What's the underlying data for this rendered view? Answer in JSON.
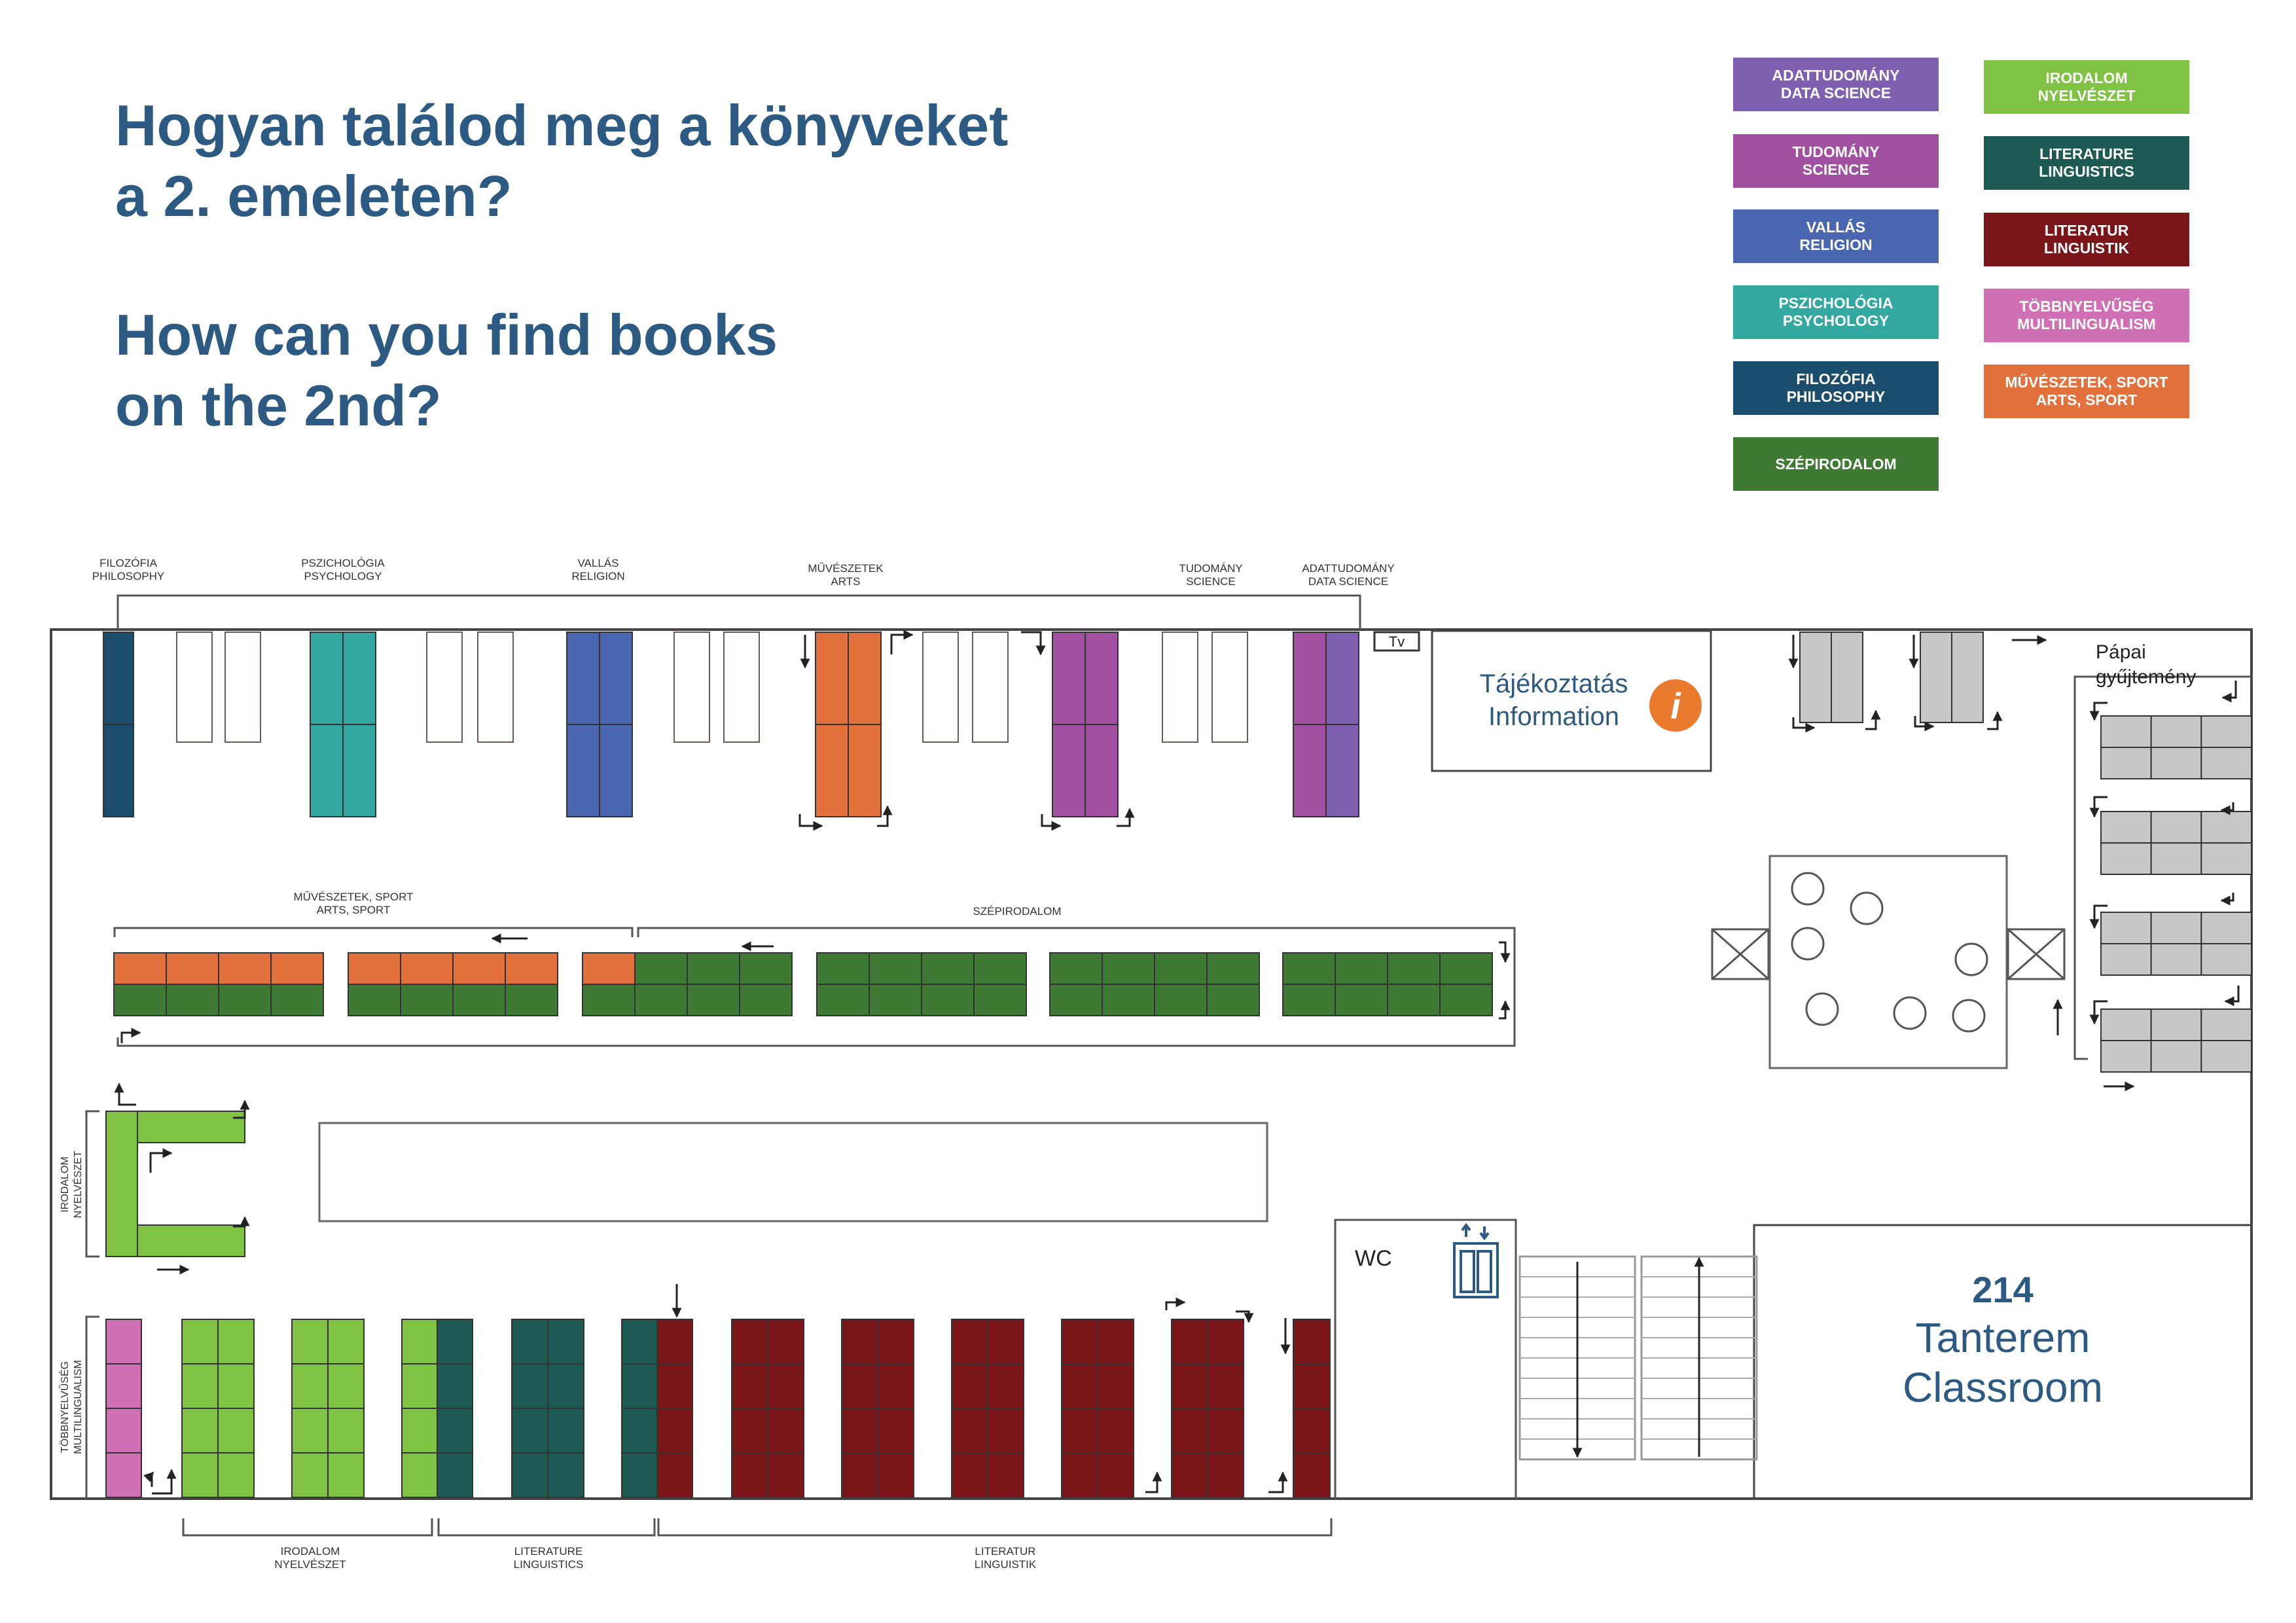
{
  "title": {
    "hu_line1": "Hogyan találod meg a könyveket",
    "hu_line2": "a 2. emeleten?",
    "en_line1": "How can you find books",
    "en_line2": "on the 2nd?"
  },
  "legend": [
    {
      "line1": "ADATTUDOMÁNY",
      "line2": "DATA SCIENCE",
      "color": "#7e5fb0"
    },
    {
      "line1": "TUDOMÁNY",
      "line2": "SCIENCE",
      "color": "#a14fa0"
    },
    {
      "line1": "VALLÁS",
      "line2": "RELIGION",
      "color": "#4a66b0"
    },
    {
      "line1": "PSZICHOLÓGIA",
      "line2": "PSYCHOLOGY",
      "color": "#33a8a1"
    },
    {
      "line1": "FILOZÓFIA",
      "line2": "PHILOSOPHY",
      "color": "#1b4d6e"
    },
    {
      "line1": "SZÉPIRODALOM",
      "line2": "",
      "color": "#3f7a35"
    },
    {
      "line1": "IRODALOM",
      "line2": "NYELVÉSZET",
      "color": "#80c244"
    },
    {
      "line1": "LITERATURE",
      "line2": "LINGUISTICS",
      "color": "#1c5a53"
    },
    {
      "line1": "LITERATUR",
      "line2": "LINGUISTIK",
      "color": "#7a1519"
    },
    {
      "line1": "TÖBBNYELVŰSÉG",
      "line2": "MULTILINGUALISM",
      "color": "#d070b4"
    },
    {
      "line1": "MŰVÉSZETEK, SPORT",
      "line2": "ARTS, SPORT",
      "color": "#e2713d"
    }
  ],
  "map_labels": {
    "philosophy": [
      "FILOZÓFIA",
      "PHILOSOPHY"
    ],
    "psychology": [
      "PSZICHOLÓGIA",
      "PSYCHOLOGY"
    ],
    "religion": [
      "VALLÁS",
      "RELIGION"
    ],
    "arts": [
      "MŰVÉSZETEK",
      "ARTS"
    ],
    "science": [
      "TUDOMÁNY",
      "SCIENCE"
    ],
    "data_science": [
      "ADATTUDOMÁNY",
      "DATA SCIENCE"
    ],
    "arts_sport": [
      "MŰVÉSZETEK, SPORT",
      "ARTS, SPORT"
    ],
    "szepirodalom": "SZÉPIRODALOM",
    "irodalom_side": [
      "IRODALOM",
      "NYELVÉSZET"
    ],
    "tobbnyelvuseg_side": [
      "TÖBBNYELVŰSÉG",
      "MULTILINGUALISM"
    ],
    "irodalom_bottom": [
      "IRODALOM",
      "NYELVÉSZET"
    ],
    "literature_bottom": [
      "LITERATURE",
      "LINGUISTICS"
    ],
    "literatur_bottom": [
      "LITERATUR",
      "LINGUISTIK"
    ],
    "tv": "Tv",
    "info": [
      "Tájékoztatás",
      "Information"
    ],
    "info_icon": "i",
    "papai": [
      "Pápai",
      "gyűjtemény"
    ],
    "wc": "WC",
    "classroom_number": "214",
    "classroom": [
      "Tanterem",
      "Classroom"
    ]
  },
  "colors": {
    "title": "#2c5a82",
    "gray_shelf": "#c8c8c8",
    "info_orange": "#e8792d"
  }
}
